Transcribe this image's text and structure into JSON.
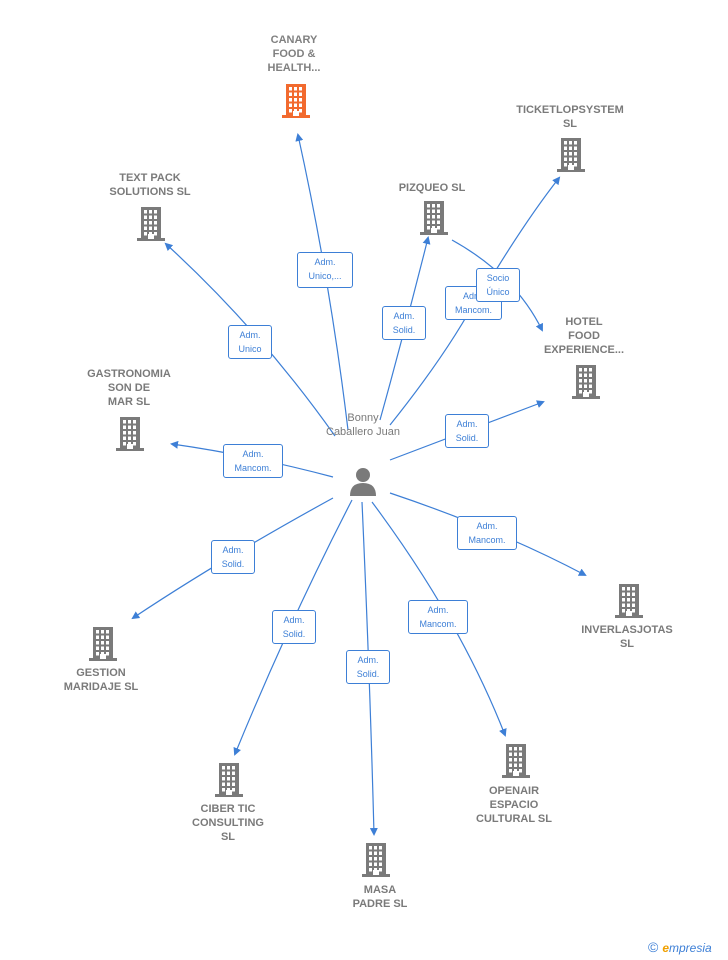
{
  "center": {
    "name": "Bonny Caballero Juan",
    "icon": "person-icon"
  },
  "companies": [
    {
      "id": "canary",
      "name": "CANARY\nFOOD &\nHEALTH...",
      "highlight": true
    },
    {
      "id": "textpack",
      "name": "TEXT PACK\nSOLUTIONS  SL"
    },
    {
      "id": "pizqueo",
      "name": "PIZQUEO  SL"
    },
    {
      "id": "ticketlop",
      "name": "TICKETLOPSYSTEM\nSL"
    },
    {
      "id": "hotel",
      "name": "HOTEL\nFOOD\nEXPERIENCE..."
    },
    {
      "id": "gastronomia",
      "name": "GASTRONOMIA\nSON DE\nMAR  SL"
    },
    {
      "id": "inverlas",
      "name": "INVERLASJOTAS\nSL"
    },
    {
      "id": "gestion",
      "name": "GESTION\nMARIDAJE  SL"
    },
    {
      "id": "cibertic",
      "name": "CIBER TIC\nCONSULTING\nSL"
    },
    {
      "id": "masa",
      "name": "MASA\nPADRE  SL"
    },
    {
      "id": "openair",
      "name": "OPENAIR\nESPACIO\nCULTURAL  SL"
    }
  ],
  "relations": [
    {
      "to": "canary",
      "label": "Adm.\nUnico,..."
    },
    {
      "to": "textpack",
      "label": "Adm.\nUnico"
    },
    {
      "to": "pizqueo",
      "label": "Adm.\nSolid."
    },
    {
      "to": "ticketlop",
      "label": "Adm.\nMancom."
    },
    {
      "to": "ticketlop",
      "label": "Socio\nÚnico"
    },
    {
      "to": "hotel",
      "label": "Adm.\nSolid."
    },
    {
      "to": "gastronomia",
      "label": "Adm.\nMancom."
    },
    {
      "to": "inverlas",
      "label": "Adm.\nMancom."
    },
    {
      "to": "gestion",
      "label": "Adm.\nSolid."
    },
    {
      "to": "cibertic",
      "label": "Adm.\nSolid."
    },
    {
      "to": "masa",
      "label": "Adm.\nSolid."
    },
    {
      "to": "openair",
      "label": "Adm.\nMancom."
    }
  ],
  "colors": {
    "edge": "#3d7fd6",
    "building": "#7a7a7a",
    "highlight": "#f26a2e",
    "label_text": "#7a7a7a"
  },
  "brand": {
    "copyright": "©",
    "initial": "e",
    "rest": "mpresia"
  }
}
